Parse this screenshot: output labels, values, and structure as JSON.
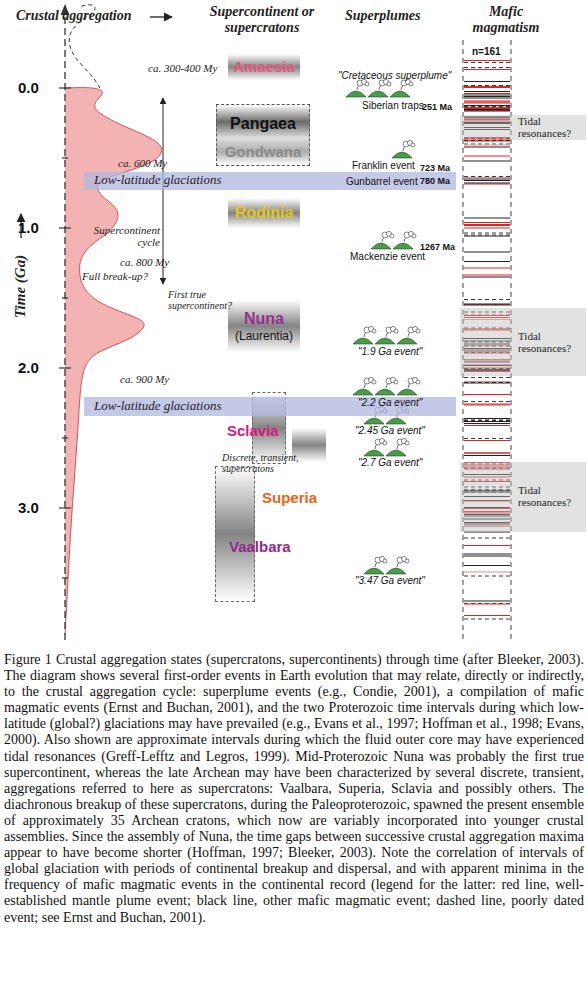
{
  "diagram": {
    "caption": "Figure 1 Crustal aggregation states (supercratons, supercontinents) through time (after Bleeker, 2003). The diagram shows several first-order events in Earth evolution that may relate, directly or indirectly, to the crustal aggregation cycle: superplume events (e.g., Condie, 2001), a compilation of mafic magmatic events (Ernst and Buchan, 2001), and the two Proterozoic time intervals during which low-latitude (global?) glaciations may have prevailed (e.g., Evans et al., 1997; Hoffman et al., 1998; Evans, 2000). Also shown are approximate intervals during which the fluid outer core may have experienced tidal resonances (Greff-Lefftz and Legros, 1999). Mid-Proterozoic Nuna was probably the first true supercontinent, whereas the late Archean may have been characterized by several discrete, transient, aggregations referred to here as supercratons: Vaalbara, Superia, Sclavia and possibly others. The diachronous breakup of these supercratons, during the Paleoproterozoic, spawned the present ensemble of approximately 35 Archean cratons, which now are variably incorporated into younger crustal assemblies. Since the assembly of Nuna, the time gaps between successive crustal aggregation maxima appear to have become shorter (Hoffman, 1997; Bleeker, 2003). Note the correlation of intervals of global glaciation with periods of continental breakup and dispersal, and with apparent minima in the frequency of mafic magmatic events in the continental record (legend for the latter: red line, well-established mantle plume event; black line, other mafic magmatic event; dashed line, poorly dated event; see Ernst and Buchan, 2001).",
    "nodes": [
      {
        "text": [
          "Amaesia"
        ]
      },
      {
        "text": [
          "Pangaea",
          "Gondwana"
        ]
      },
      {
        "text": [
          "Rodinia"
        ]
      },
      {
        "text": [
          "Nuna",
          "(Laurentia)"
        ]
      },
      {
        "text": [
          "Sclavia"
        ]
      },
      {
        "text": [
          "Superia"
        ]
      },
      {
        "text": [
          "Vaalbara"
        ]
      },
      {
        "text": [
          "Low-latitude glaciations"
        ]
      },
      {
        "text": [
          "Low-latitude glaciations"
        ]
      },
      {
        "text": [
          "Tidal resonances?"
        ]
      },
      {
        "text": [
          "Tidal resonances?"
        ]
      },
      {
        "text": [
          "Tidal resonances?"
        ]
      }
    ],
    "labels": [
      "Crustal aggregation",
      "Supercontinent or supercratons",
      "Superplumes",
      "Mafic magmatism",
      "0.0",
      "1.0",
      "2.0",
      "3.0",
      "Time (Ga)",
      "ca. 300-400 My",
      "ca. 600 My",
      "Supercontinent cycle",
      "Full break-up?",
      "ca. 800 My",
      "First true supercontinent?",
      "ca. 900 My",
      "Discrete, transient, supercratons",
      "\"Cretaceous superplume\"",
      "Siberian traps",
      "251 Ma",
      "Franklin event",
      "723 Ma",
      "780 Ma",
      "Gunbarrel event",
      "Mackenzie event",
      "1267 Ma",
      "\"1.9 Ga event\"",
      "\"2.2 Ga event\"",
      "\"2.45 Ga event\"",
      "\"2.7 Ga event\"",
      "\"3.47 Ga event\"",
      "n=161"
    ]
  }
}
